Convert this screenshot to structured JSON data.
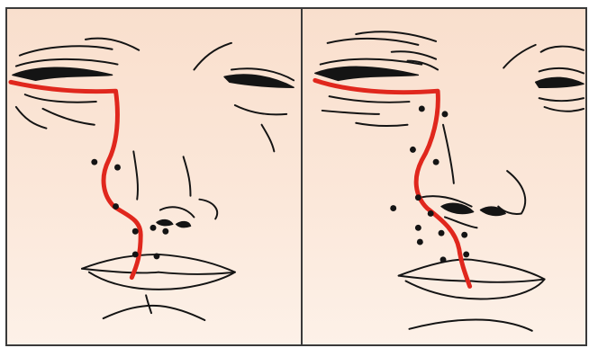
{
  "panels": [
    {
      "id": "panel-left",
      "subject": "face-sketch",
      "view": "frontal",
      "incision_color": "#e0271d",
      "marker_count": 8
    },
    {
      "id": "panel-right",
      "subject": "face-sketch",
      "view": "frontal",
      "incision_color": "#e0271d",
      "marker_count": 13
    }
  ],
  "colors": {
    "background_top": "#f9dfcd",
    "background_bottom": "#fdf1e8",
    "line_art": "#141414",
    "incision": "#e0271d",
    "frame": "#3a3a3a"
  }
}
